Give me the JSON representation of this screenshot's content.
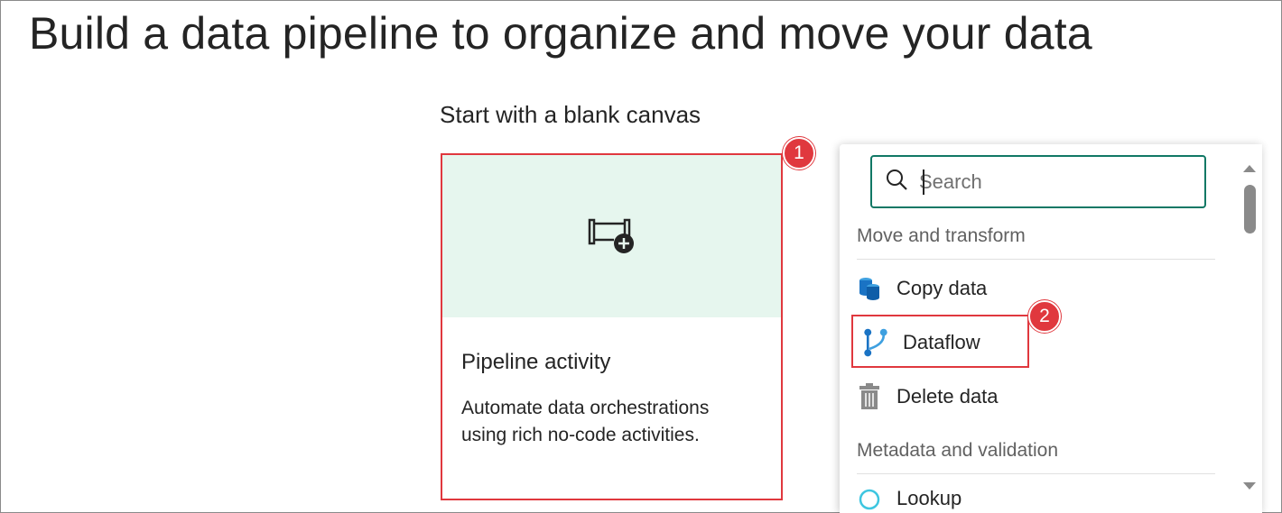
{
  "page": {
    "title": "Build a data pipeline to organize and move your data",
    "section_title": "Start with a blank canvas"
  },
  "card": {
    "icon": "pipeline-add-icon",
    "title": "Pipeline activity",
    "description": "Automate data orchestrations using rich no-code activities.",
    "accent_color": "#e6f6ee"
  },
  "annotations": {
    "badge_1": "1",
    "badge_2": "2",
    "color": "#e0383e"
  },
  "dropdown": {
    "search": {
      "value": "",
      "placeholder": "Search",
      "border_color": "#117865"
    },
    "groups": [
      {
        "label": "Move and transform",
        "items": [
          {
            "label": "Copy data",
            "icon": "copy-data-icon"
          },
          {
            "label": "Dataflow",
            "icon": "dataflow-icon"
          },
          {
            "label": "Delete data",
            "icon": "trash-icon"
          }
        ]
      },
      {
        "label": "Metadata and validation",
        "items": [
          {
            "label": "Lookup",
            "icon": "lookup-icon"
          }
        ]
      }
    ]
  }
}
